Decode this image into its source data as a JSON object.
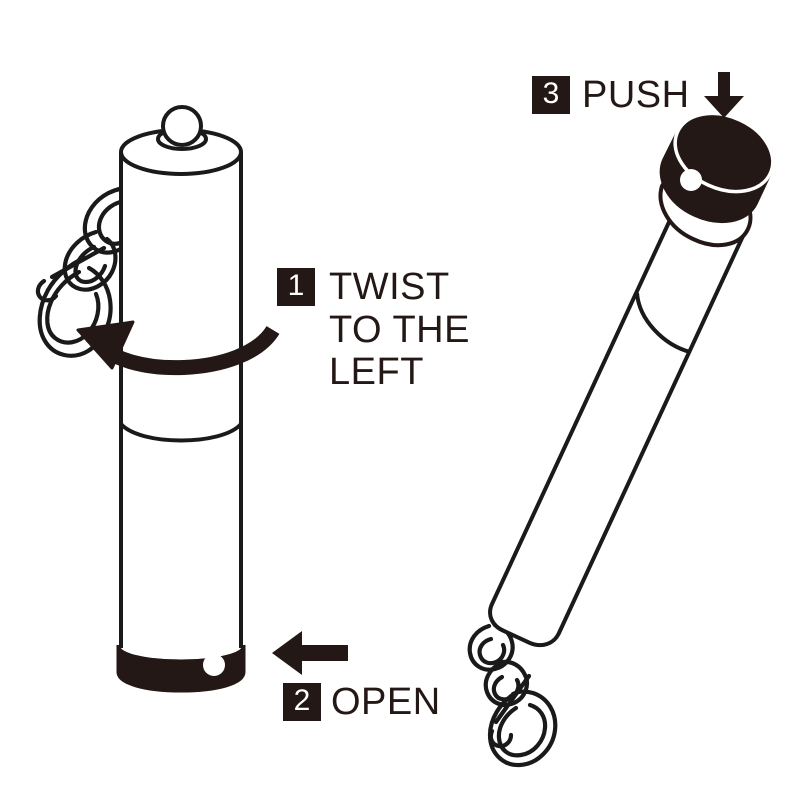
{
  "diagram": {
    "title": "Keychain flashlight three-step opening instructions",
    "background_color": "#ffffff",
    "ink_color": "#231815",
    "line_color": "#1a1a1a"
  },
  "steps": [
    {
      "number": "1",
      "text_lines": [
        "TWIST",
        "TO THE",
        "LEFT"
      ],
      "text_full": "TWIST TO THE LEFT",
      "marker_icon": "curved-arrow-counterclockwise-icon",
      "marker_direction": "left"
    },
    {
      "number": "2",
      "text_lines": [
        "OPEN"
      ],
      "text_full": "OPEN",
      "marker_icon": "arrow-left-icon",
      "marker_direction": "left"
    },
    {
      "number": "3",
      "text_lines": [
        "PUSH"
      ],
      "text_full": "PUSH",
      "marker_icon": "arrow-down-icon",
      "marker_direction": "down"
    }
  ],
  "devices": [
    {
      "id": "upright-device",
      "label": "upright flashlight with keychain",
      "orientation": "vertical",
      "parts": [
        "ball-knob",
        "top-cap-ellipse",
        "barrel-upper",
        "barrel-seam",
        "barrel-lower",
        "bottom-dark-cap",
        "cap-hole",
        "chain-link-top",
        "chain-link-middle",
        "snap-hook"
      ]
    },
    {
      "id": "tilted-device",
      "label": "tilted flashlight with cap released",
      "orientation": "tilted-25-degrees",
      "parts": [
        "dark-cap-open",
        "cap-hole",
        "cap-gap-band",
        "barrel-upper",
        "barrel-seam",
        "barrel-lower",
        "chain-link-top",
        "chain-link-middle",
        "snap-hook"
      ]
    }
  ]
}
